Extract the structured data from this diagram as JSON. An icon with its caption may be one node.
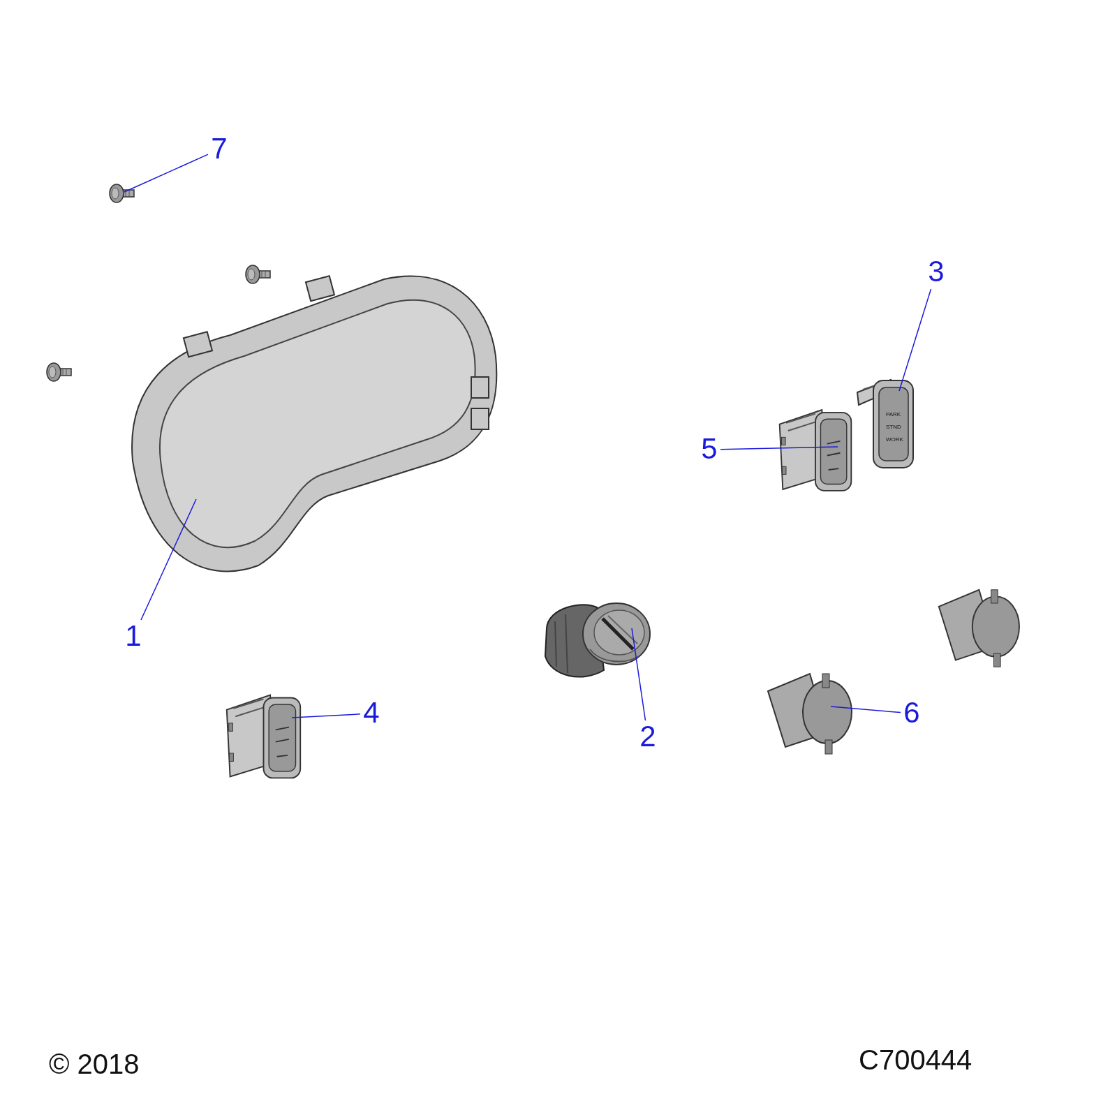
{
  "diagram": {
    "nodes": [
      {
        "text": [
          "1"
        ]
      },
      {
        "text": [],
        "shape": "picture"
      },
      {
        "text": [
          "2"
        ]
      },
      {
        "text": [],
        "shape": "picture"
      },
      {
        "text": [
          "3"
        ]
      },
      {
        "text": [
          "PARK",
          "STND",
          "WORK"
        ]
      },
      {
        "text": [
          "4"
        ]
      },
      {
        "text": [],
        "shape": "picture"
      },
      {
        "text": [
          "5"
        ]
      },
      {
        "text": [],
        "shape": "picture"
      },
      {
        "text": [
          "6"
        ]
      },
      {
        "text": [],
        "shape": "picture"
      },
      {
        "text": [
          "7"
        ]
      },
      {
        "text": [],
        "shape": "picture"
      }
    ],
    "edges": [
      {
        "from": 0,
        "to": 1,
        "arrow": "none"
      },
      {
        "from": 2,
        "to": 3,
        "arrow": "none"
      },
      {
        "from": 4,
        "to": 5,
        "arrow": "none"
      },
      {
        "from": 6,
        "to": 7,
        "arrow": "none"
      },
      {
        "from": 8,
        "to": 9,
        "arrow": "none"
      },
      {
        "from": 10,
        "to": 11,
        "arrow": "none"
      },
      {
        "from": 12,
        "to": 13,
        "arrow": "none"
      }
    ],
    "labels": [
      "© 2018",
      "C700444"
    ]
  }
}
